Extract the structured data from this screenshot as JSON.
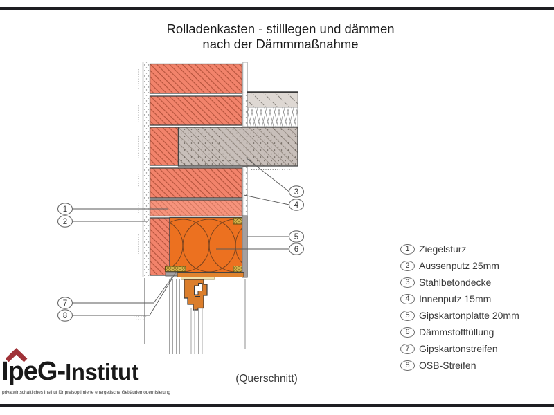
{
  "page": {
    "title_line1": "Rolladenkasten - stilllegen und dämmen",
    "title_line2": "nach der Dämmmaßnahme",
    "caption": "(Querschnitt)"
  },
  "legend": {
    "items": [
      {
        "num": "1",
        "label": "Ziegelsturz"
      },
      {
        "num": "2",
        "label": "Aussenputz 25mm"
      },
      {
        "num": "3",
        "label": "Stahlbetondecke"
      },
      {
        "num": "4",
        "label": "Innenputz 15mm"
      },
      {
        "num": "5",
        "label": "Gipskartonplatte 20mm"
      },
      {
        "num": "6",
        "label": "Dämmstofffüllung"
      },
      {
        "num": "7",
        "label": "Gipskartonstreifen"
      },
      {
        "num": "8",
        "label": "OSB-Streifen"
      }
    ]
  },
  "logo": {
    "name_main": "IpeG-",
    "name_rest": "Institut",
    "tagline": "privatwirtschaftliches Institut für preisoptimierte energetische Gebäudemodernisierung"
  },
  "colors": {
    "brick_fill": "#F2836B",
    "lintel_fill": "#F6937C",
    "insulation_fill": "#EC7120",
    "concrete_fill": "#C8BFBA",
    "screed_fill": "#DED8D3",
    "gypsum_fill": "#A5A0A0",
    "osb_fill": "#D9B94E",
    "window_frame_fill": "#DB7E2C",
    "roller_panel_fill": "#E0832F",
    "logo_red": "#A03238",
    "border_black": "#1E1E22"
  }
}
